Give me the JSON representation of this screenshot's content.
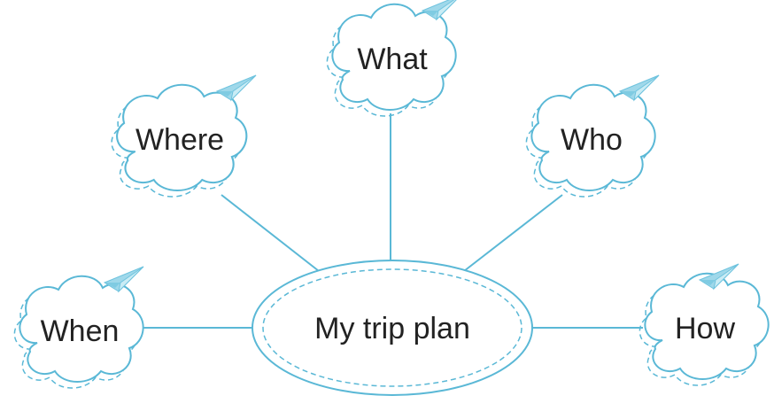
{
  "colors": {
    "stroke": "#5ab8d6",
    "text": "#222222",
    "plane": "#9fd8ea"
  },
  "center": {
    "label": "My trip plan"
  },
  "nodes": [
    {
      "id": "what",
      "label": "What"
    },
    {
      "id": "where",
      "label": "Where"
    },
    {
      "id": "who",
      "label": "Who"
    },
    {
      "id": "when",
      "label": "When"
    },
    {
      "id": "how",
      "label": "How"
    }
  ],
  "icon": "paper-plane-icon"
}
